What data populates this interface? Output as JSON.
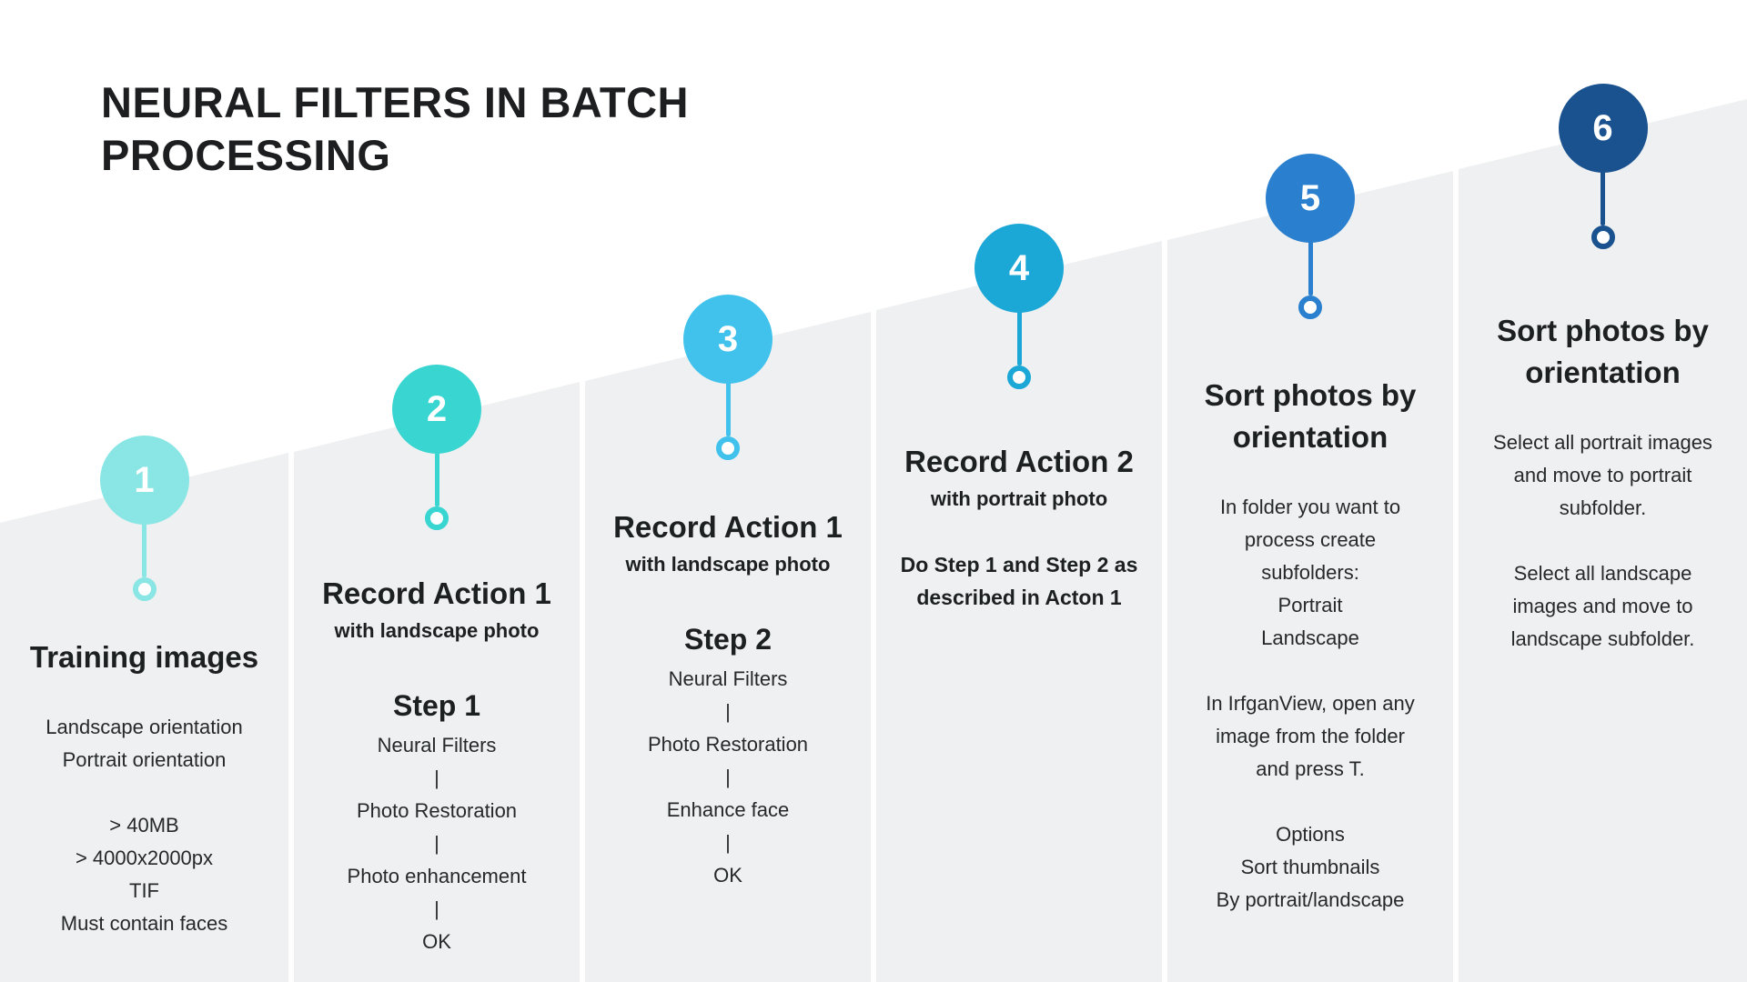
{
  "title": "NEURAL FILTERS IN BATCH PROCESSING",
  "colors": {
    "background": "#ffffff",
    "panel": "#eef0f1",
    "title_text": "#1c1e1f",
    "body_text": "#26292b"
  },
  "steps": [
    {
      "number": "1",
      "color": "#8AE6E4",
      "heading": "Training images",
      "subheading": "",
      "blocks": [
        {
          "style": "body",
          "lines": [
            "Landscape orientation",
            "Portrait orientation"
          ]
        },
        {
          "style": "body",
          "lines": [
            "> 40MB",
            "> 4000x2000px",
            "TIF",
            "Must contain faces"
          ]
        }
      ]
    },
    {
      "number": "2",
      "color": "#38D5D1",
      "heading": "Record Action 1",
      "subheading": "with landscape photo",
      "blocks": [
        {
          "style": "step_title",
          "lines": [
            "Step 1"
          ]
        },
        {
          "style": "flow",
          "lines": [
            "Neural Filters",
            "|",
            "Photo Restoration",
            "|",
            "Photo enhancement",
            "|",
            "OK"
          ]
        }
      ]
    },
    {
      "number": "3",
      "color": "#41C2EC",
      "heading": "Record Action 1",
      "subheading": "with landscape photo",
      "blocks": [
        {
          "style": "step_title",
          "lines": [
            "Step 2"
          ]
        },
        {
          "style": "flow",
          "lines": [
            "Neural Filters",
            "|",
            "Photo Restoration",
            "|",
            "Enhance face",
            "|",
            "OK"
          ]
        }
      ]
    },
    {
      "number": "4",
      "color": "#1BA8D6",
      "heading": "Record Action 2",
      "subheading": "with portrait photo",
      "blocks": [
        {
          "style": "body_bold",
          "lines": [
            "Do Step 1 and Step 2 as",
            "described in Acton 1"
          ]
        }
      ]
    },
    {
      "number": "5",
      "color": "#2A80CE",
      "heading": "Sort photos by orientation",
      "subheading": "",
      "blocks": [
        {
          "style": "body",
          "lines": [
            "In folder you want to",
            "process create",
            "subfolders:",
            "Portrait",
            "Landscape"
          ]
        },
        {
          "style": "body",
          "lines": [
            "In IrfganView, open any",
            "image from the folder",
            "and press T."
          ]
        },
        {
          "style": "body",
          "lines": [
            "Options",
            "Sort thumbnails",
            "By portrait/landscape"
          ]
        }
      ]
    },
    {
      "number": "6",
      "color": "#1A5290",
      "heading": "Sort photos by orientation",
      "subheading": "",
      "blocks": [
        {
          "style": "body",
          "lines": [
            "Select all portrait images",
            "and move to portrait",
            "subfolder."
          ]
        },
        {
          "style": "body",
          "lines": [
            "Select all landscape",
            "images and move to",
            "landscape subfolder."
          ]
        }
      ]
    }
  ]
}
